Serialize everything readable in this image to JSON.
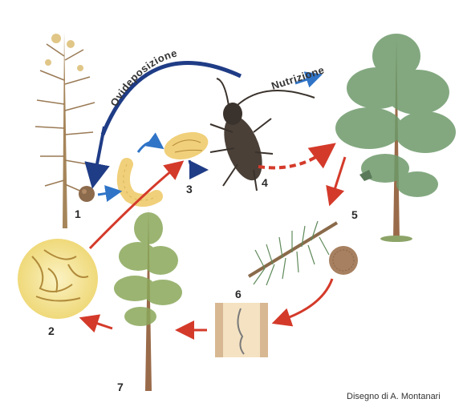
{
  "labels": {
    "oviposition": "Ovideposizione",
    "nutrition": "Nutrizione",
    "credit": "Disegno di A. Montanari"
  },
  "stages": [
    "1",
    "2",
    "3",
    "4",
    "5",
    "6",
    "7"
  ],
  "colors": {
    "blue_arrow": "#1f3c86",
    "light_blue": "#2f74c7",
    "red_arrow": "#d43a2a",
    "tree_green": "#6e9a6a",
    "dead_tree": "#a6855a",
    "trunk": "#9a6b4a",
    "fungus_yellow": "#f4e49a"
  }
}
